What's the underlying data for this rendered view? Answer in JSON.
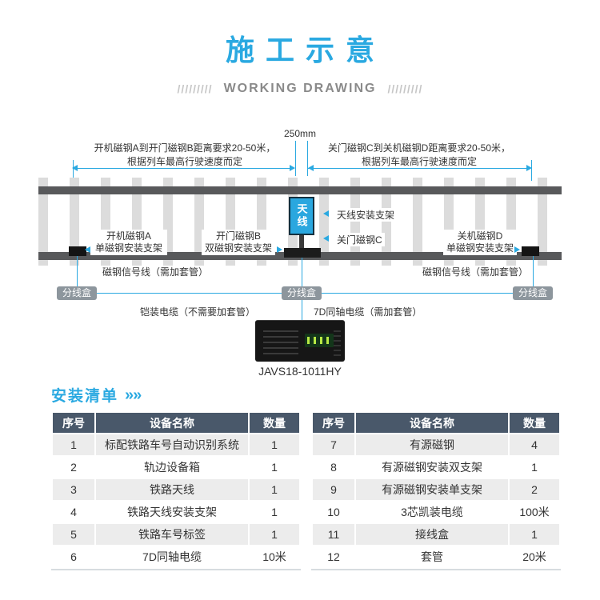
{
  "header": {
    "title": "施工示意",
    "slashes_left": "/////////",
    "subtitle": "WORKING DRAWING",
    "slashes_right": "/////////"
  },
  "diagram": {
    "dimension_label": "250mm",
    "left_note": [
      "开机磁钢A到开门磁钢B距离要求20-50米，",
      "根据列车最高行驶速度而定"
    ],
    "right_note": [
      "关门磁钢C到关机磁钢D距离要求20-50米，",
      "根据列车最高行驶速度而定"
    ],
    "antenna_label": "天线",
    "antenna_bracket_label": "天线安装支架",
    "sensor_a": [
      "开机磁钢A",
      "单磁钢安装支架"
    ],
    "sensor_b": [
      "开门磁钢B",
      "双磁钢安装支架"
    ],
    "sensor_c_label": "关门磁钢C",
    "sensor_d": [
      "关机磁钢D",
      "单磁钢安装支架"
    ],
    "signal_line_label": "磁钢信号线（需加套管）",
    "junction_box_label": "分线盒",
    "armored_cable_label": "铠装电缆（不需要加套管）",
    "coax_cable_label": "7D同轴电缆（需加套管）",
    "device_model": "JAVS18-1011HY"
  },
  "install_list": {
    "title": "安装清单",
    "chevrons": "»»",
    "tables": [
      {
        "headers": [
          "序号",
          "设备名称",
          "数量"
        ],
        "rows": [
          [
            "1",
            "标配铁路车号自动识别系统",
            "1"
          ],
          [
            "2",
            "轨边设备箱",
            "1"
          ],
          [
            "3",
            "铁路天线",
            "1"
          ],
          [
            "4",
            "铁路天线安装支架",
            "1"
          ],
          [
            "5",
            "铁路车号标签",
            "1"
          ],
          [
            "6",
            "7D同轴电缆",
            "10米"
          ]
        ]
      },
      {
        "headers": [
          "序号",
          "设备名称",
          "数量"
        ],
        "rows": [
          [
            "7",
            "有源磁钢",
            "4"
          ],
          [
            "8",
            "有源磁钢安装双支架",
            "1"
          ],
          [
            "9",
            "有源磁钢安装单支架",
            "2"
          ],
          [
            "10",
            "3芯凯装电缆",
            "100米"
          ],
          [
            "11",
            "接线盒",
            "1"
          ],
          [
            "12",
            "套管",
            "20米"
          ]
        ]
      }
    ]
  },
  "colors": {
    "accent_blue": "#2aa9e1",
    "table_header_bg": "#49586a",
    "row_alt_bg": "#ececec",
    "track_gray": "#58595b",
    "junction_badge_bg": "#8d969d"
  }
}
